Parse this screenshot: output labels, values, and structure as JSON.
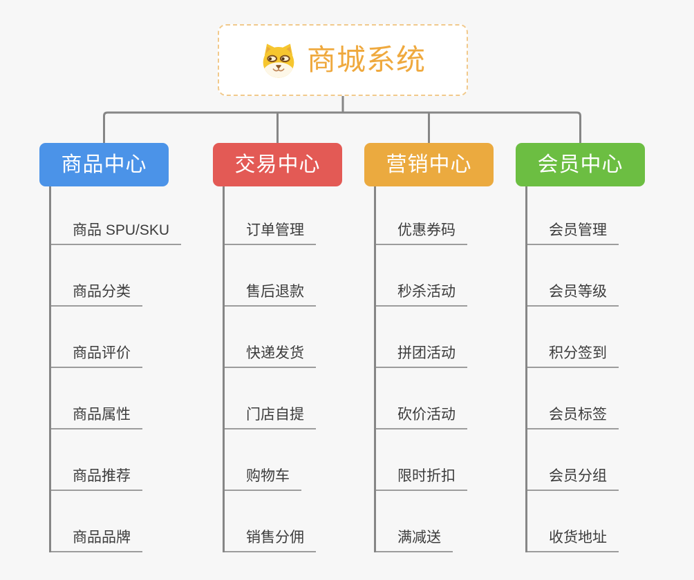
{
  "app": {
    "background_color": "#f7f7f7",
    "connector_color": "#868686",
    "underline_color": "#9c9c9c",
    "subtopic_text_color": "#3c3c3c"
  },
  "root": {
    "title": "商城系统",
    "icon": "dog-face-icon",
    "title_color": "#efa93e",
    "border_color": "#f1c98b"
  },
  "branches": [
    {
      "label": "商品中心",
      "color": "#4b93e8",
      "children": [
        "商品 SPU/SKU",
        "商品分类",
        "商品评价",
        "商品属性",
        "商品推荐",
        "商品品牌"
      ]
    },
    {
      "label": "交易中心",
      "color": "#e35a55",
      "children": [
        "订单管理",
        "售后退款",
        "快递发货",
        "门店自提",
        "购物车",
        "销售分佣"
      ]
    },
    {
      "label": "营销中心",
      "color": "#ebaa3f",
      "children": [
        "优惠券码",
        "秒杀活动",
        "拼团活动",
        "砍价活动",
        "限时折扣",
        "满减送"
      ]
    },
    {
      "label": "会员中心",
      "color": "#6cbe42",
      "children": [
        "会员管理",
        "会员等级",
        "积分签到",
        "会员标签",
        "会员分组",
        "收货地址"
      ]
    }
  ]
}
